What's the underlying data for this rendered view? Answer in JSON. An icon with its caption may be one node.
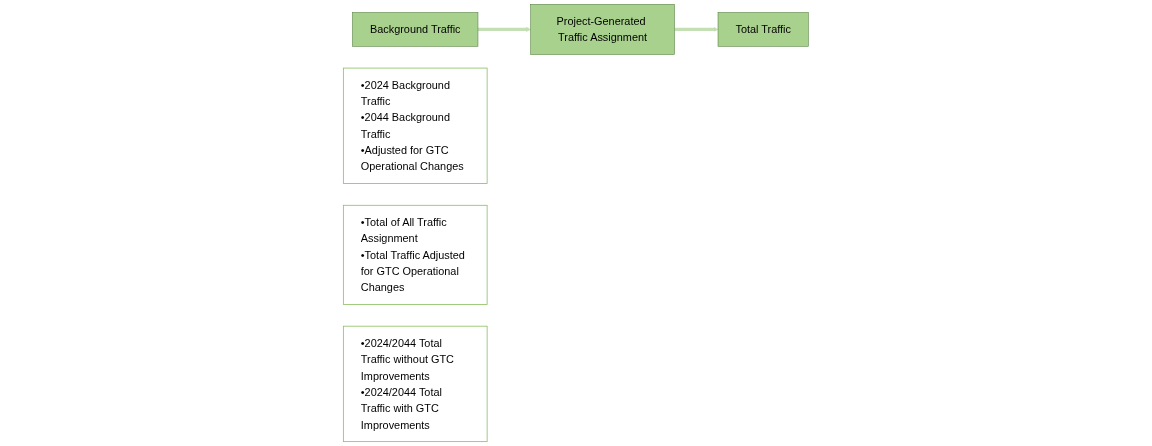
{
  "diagram": {
    "nodes": [
      {
        "text": [
          "Background Traffic"
        ]
      },
      {
        "text": [
          "•2024 Background Traffic",
          "•2044 Background Traffic",
          "•Adjusted for GTC Operational Changes"
        ]
      },
      {
        "text": [
          "Project-Generated Traffic Assignment"
        ]
      },
      {
        "text": [
          "•Total of All Traffic Assignment",
          "•Total Traffic Adjusted for GTC Operational Changes"
        ]
      },
      {
        "text": [
          "Total Traffic"
        ]
      },
      {
        "text": [
          "•2024/2044 Total Traffic without GTC Improvements",
          "•2024/2044 Total Traffic with GTC Improvements"
        ]
      }
    ],
    "edges": [
      {
        "from": 0,
        "to": 2,
        "arrow": "to"
      },
      {
        "from": 2,
        "to": 4,
        "arrow": "to"
      }
    ]
  }
}
